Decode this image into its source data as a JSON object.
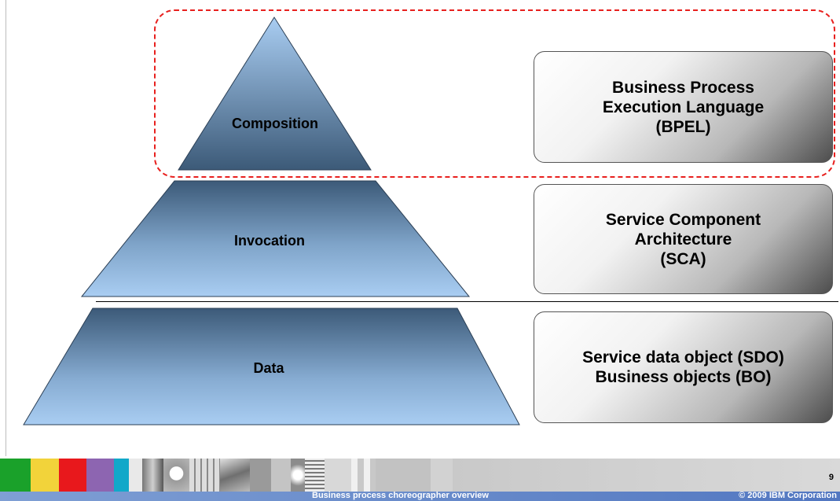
{
  "tiers": [
    {
      "label": "Composition"
    },
    {
      "label": "Invocation"
    },
    {
      "label": "Data"
    }
  ],
  "descriptions": [
    {
      "lines": [
        "Business Process",
        "Execution Language",
        "(BPEL)"
      ]
    },
    {
      "lines": [
        "Service Component",
        "Architecture",
        "(SCA)"
      ]
    },
    {
      "lines": [
        "Service data object (SDO)",
        "Business objects (BO)"
      ]
    }
  ],
  "footer": {
    "title": "Business process choreographer overview",
    "copyright": "© 2009 IBM Corporation",
    "page_number": "9"
  },
  "colors": {
    "highlight": "#e8201e",
    "tier_light": "#a9cdf2",
    "tier_dark": "#3c5a78",
    "footer_bar": "#5277c1"
  }
}
